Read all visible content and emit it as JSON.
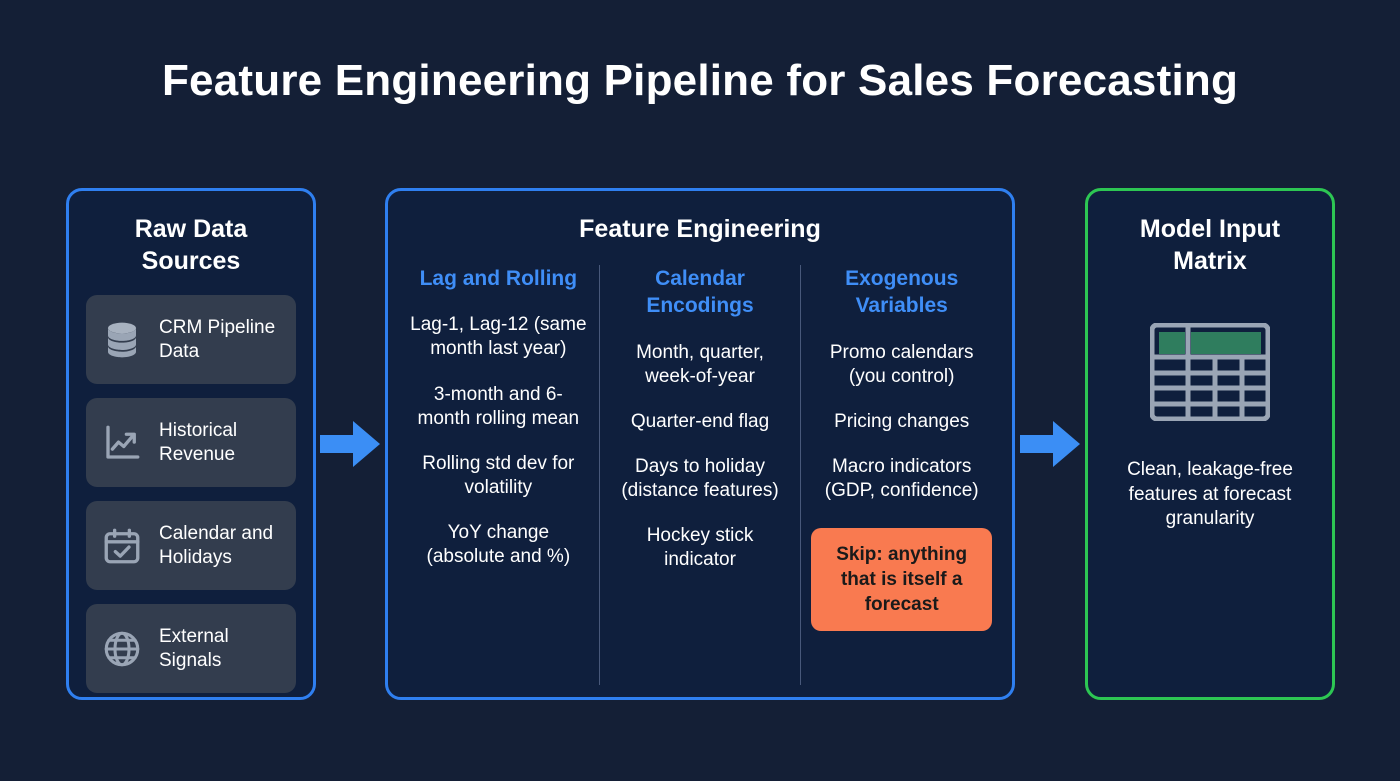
{
  "title": "Feature Engineering Pipeline for Sales Forecasting",
  "colors": {
    "background": "#141f36",
    "panel_fill": "#0f1f3d",
    "blue_border": "#2f7ff0",
    "green_border": "#2dc653",
    "accent_blue": "#3f8ef7",
    "arrow_blue": "#3b8ef5",
    "callout_orange": "#f97a50",
    "card_slate": "#333d4e",
    "icon_gray": "#9aa5b5",
    "matrix_header_green": "#2f7d5e"
  },
  "left_panel": {
    "title": "Raw Data Sources",
    "sources": [
      {
        "label": "CRM Pipeline Data",
        "icon": "database-icon"
      },
      {
        "label": "Historical Revenue",
        "icon": "line-chart-up-icon"
      },
      {
        "label": "Calendar and Holidays",
        "icon": "calendar-check-icon"
      },
      {
        "label": "External Signals",
        "icon": "globe-icon"
      }
    ]
  },
  "middle_panel": {
    "title": "Feature Engineering",
    "columns": [
      {
        "title": "Lag and Rolling",
        "items": [
          "Lag-1, Lag-12 (same month last year)",
          "3-month and 6-month rolling mean",
          "Rolling std dev for volatility",
          "YoY change (absolute and %)"
        ]
      },
      {
        "title": "Calendar Encodings",
        "items": [
          "Month, quarter, week-of-year",
          "Quarter-end flag",
          "Days to holiday (distance features)",
          "Hockey stick indicator"
        ]
      },
      {
        "title": "Exogenous Variables",
        "items": [
          "Promo calendars (you control)",
          "Pricing changes",
          "Macro indicators (GDP, confidence)"
        ],
        "callout": "Skip: anything that is itself a forecast"
      }
    ]
  },
  "right_panel": {
    "title": "Model Input Matrix",
    "icon": "table-matrix-icon",
    "caption": "Clean, leakage-free features at forecast granularity"
  },
  "arrows": [
    {
      "name": "arrow-sources-to-features",
      "direction": "right"
    },
    {
      "name": "arrow-features-to-matrix",
      "direction": "right"
    }
  ]
}
